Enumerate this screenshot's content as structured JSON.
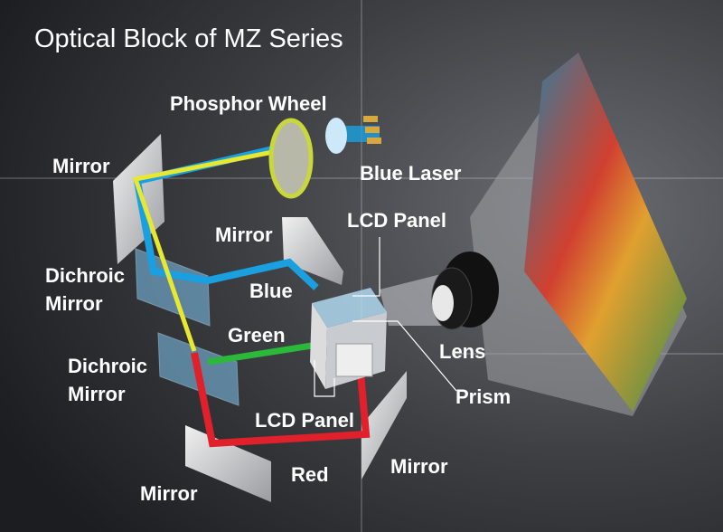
{
  "title": "Optical Block of MZ Series",
  "labels": {
    "phosphor_wheel": "Phosphor Wheel",
    "mirror_top": "Mirror",
    "blue_laser": "Blue Laser",
    "lcd_panel_top": "LCD Panel",
    "mirror_middle": "Mirror",
    "dichroic_mirror_1_line1": "Dichroic",
    "dichroic_mirror_1_line2": "Mirror",
    "blue": "Blue",
    "green": "Green",
    "lens": "Lens",
    "dichroic_mirror_2_line1": "Dichroic",
    "dichroic_mirror_2_line2": "Mirror",
    "prism": "Prism",
    "lcd_panel_bottom": "LCD Panel",
    "mirror_right": "Mirror",
    "red": "Red",
    "mirror_bottom": "Mirror"
  },
  "colors": {
    "blue_beam": "#1aa0e0",
    "yellow_beam": "#e8e830",
    "green_beam": "#2cb83a",
    "red_beam": "#e0202a"
  }
}
